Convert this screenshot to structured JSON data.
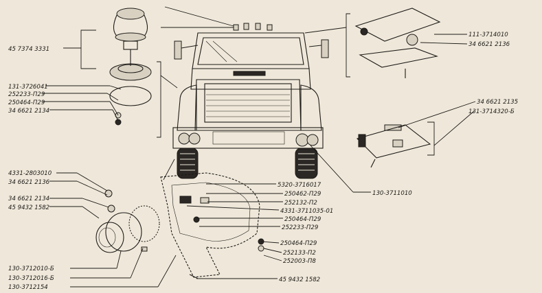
{
  "labels": {
    "top_left": [
      "45 7374 3331"
    ],
    "left_upper": [
      "131-3726041",
      "252233-П29",
      "250464-П29",
      "34 6621 2134"
    ],
    "top_right": [
      "111-3714010",
      "34 6621 2136"
    ],
    "mid_right": [
      "34 6621 2135",
      "131-3714320-Б"
    ],
    "headlamp_callout": [
      "130-3711010"
    ],
    "left_lower": [
      "4331-2803010",
      "34 6621 2136",
      "34 6621 2134",
      "45 9432 1582"
    ],
    "center_right": [
      "5320-3716017",
      "250462-П29",
      "252132-П2",
      "4331-3711035-01",
      "250464-П29",
      "252233-П29",
      "250464-П29",
      "252133-П2",
      "252003-П8"
    ],
    "bottom_left": [
      "130-3712010-Б",
      "130-3712016-Б",
      "130-3712154"
    ],
    "bottom_center": [
      "45 9432 1582"
    ]
  }
}
